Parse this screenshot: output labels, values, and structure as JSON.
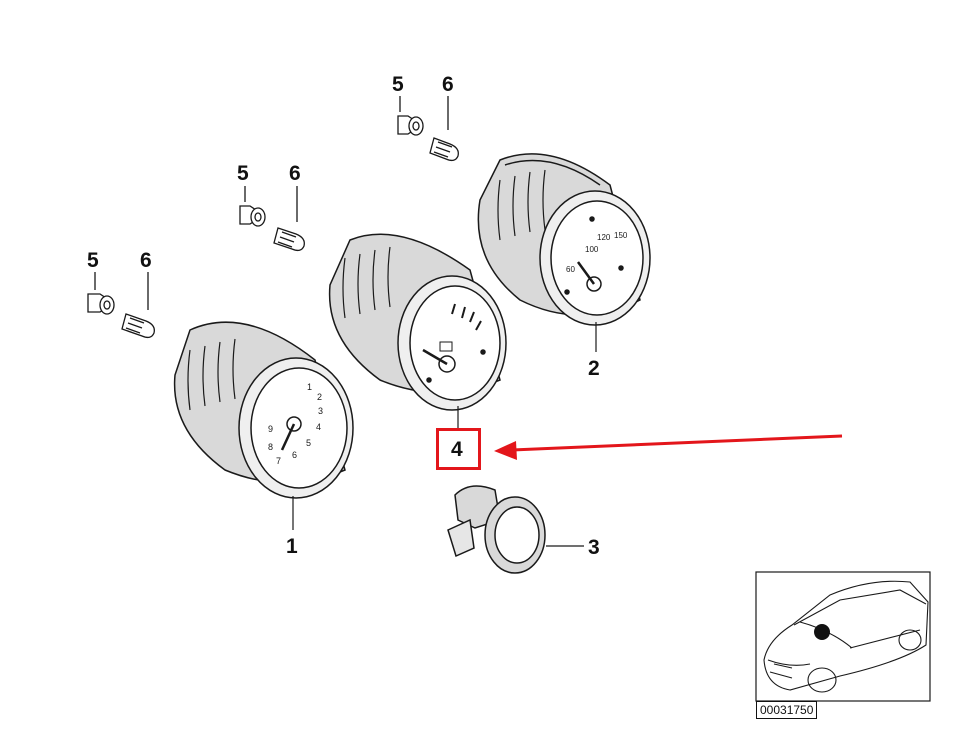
{
  "callouts": {
    "c5a": "5",
    "c6a": "6",
    "c5b": "5",
    "c6b": "6",
    "c5c": "5",
    "c6c": "6",
    "c1": "1",
    "c2": "2",
    "c3": "3",
    "c4": "4"
  },
  "gauge1_ticks": [
    "1",
    "2",
    "3",
    "4",
    "5",
    "6",
    "7",
    "8",
    "9"
  ],
  "gauge2_ticks": [
    "60",
    "100",
    "120",
    "150"
  ],
  "reference_number": "00031750",
  "colors": {
    "highlight": "#e3161b",
    "line": "#1a1a1a"
  },
  "icons": {
    "inset": "car-location-inset"
  }
}
